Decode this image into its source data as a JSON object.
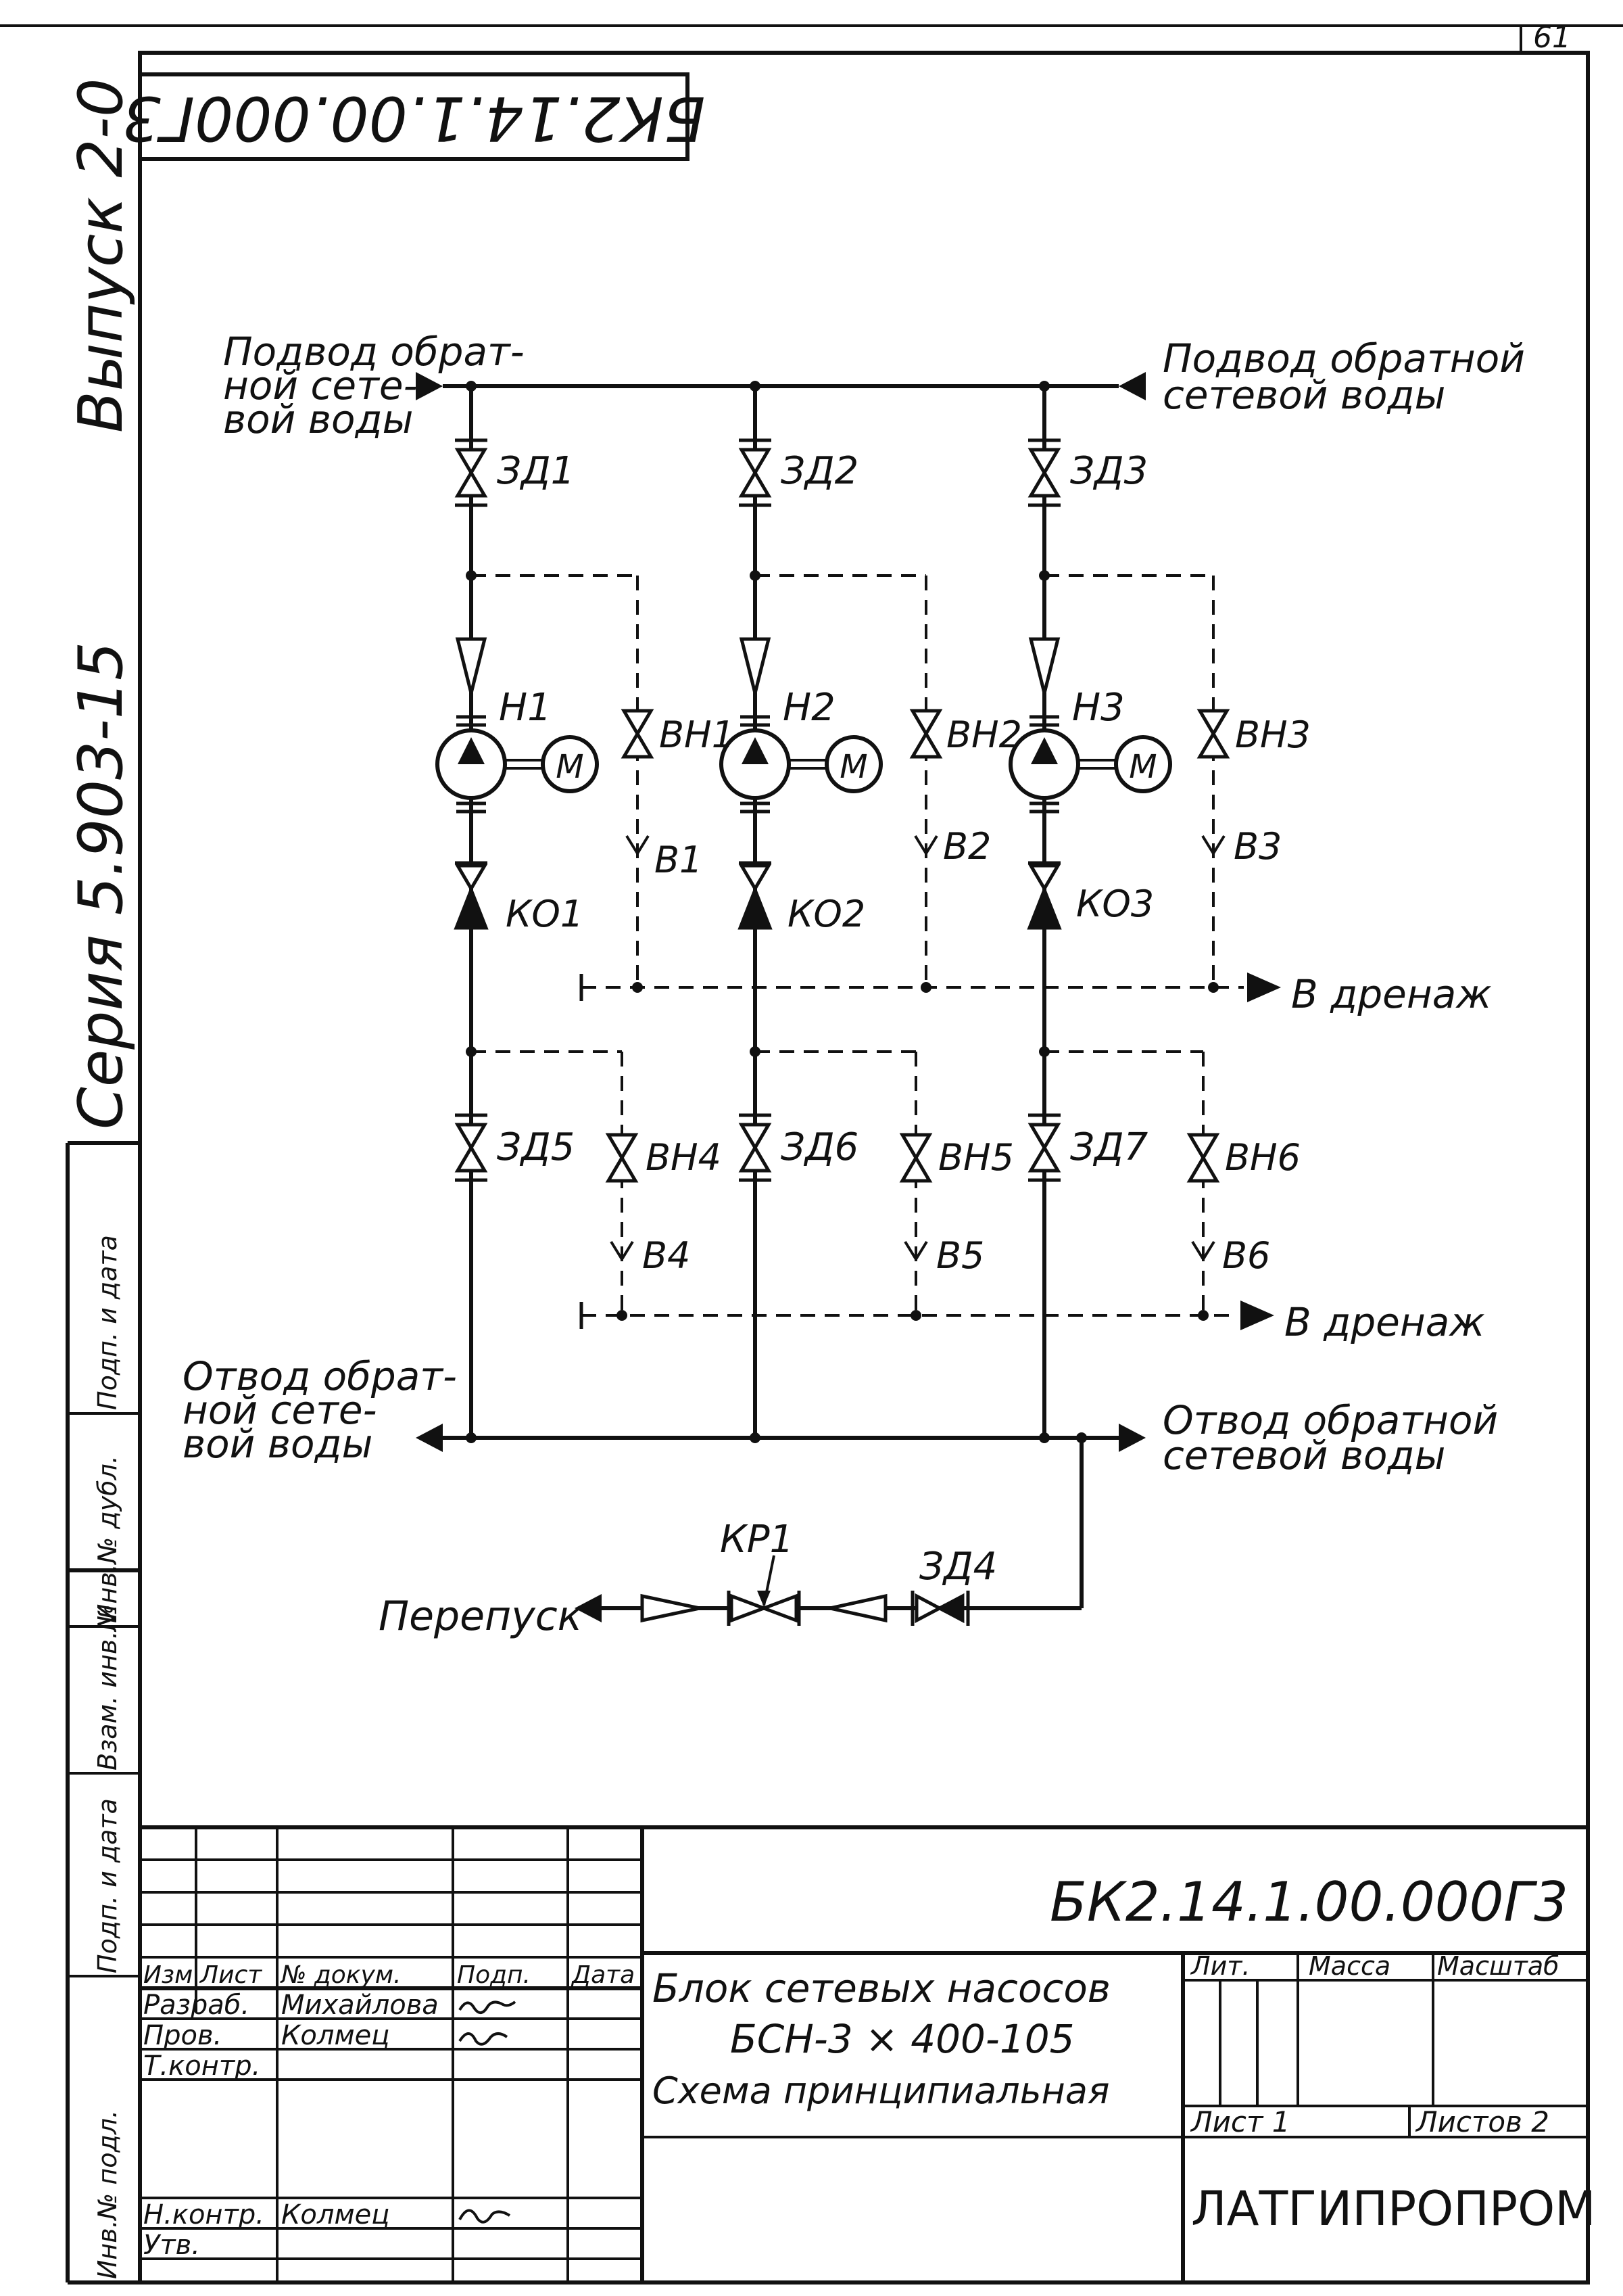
{
  "sheet": {
    "page_number": "61",
    "code_rotated": "БК2.14.1.00.000Г3",
    "series": "Серия  5.903-15",
    "issue": "Выпуск 2-0"
  },
  "side_stamp": [
    "Инв.№ подл.",
    "Подп. и дата",
    "Взам. инв.№",
    "Инв.№ дубл.",
    "Подп. и дата"
  ],
  "diagram": {
    "inlet_left": [
      "Подвод обрат-",
      "ной сете-",
      "вой воды"
    ],
    "inlet_right": [
      "Подвод обратной",
      "сетевой воды"
    ],
    "outlet_left": [
      "Отвод обрат-",
      "ной сете-",
      "вой воды"
    ],
    "outlet_right": [
      "Отвод обратной",
      "сетевой воды"
    ],
    "drain": "В дренаж",
    "bypass": "Перепуск",
    "motor": "М",
    "columns": [
      {
        "top_valve": "ЗД1",
        "pump": "Н1",
        "vent_valve": "ВН1",
        "vent": "В1",
        "check": "КО1",
        "bottom_valve": "ЗД5",
        "drain_valve": "ВН4",
        "drain_point": "В4"
      },
      {
        "top_valve": "ЗД2",
        "pump": "Н2",
        "vent_valve": "ВН2",
        "vent": "В2",
        "check": "КО2",
        "bottom_valve": "ЗД6",
        "drain_valve": "ВН5",
        "drain_point": "В5"
      },
      {
        "top_valve": "ЗД3",
        "pump": "Н3",
        "vent_valve": "ВН3",
        "vent": "В3",
        "check": "КО3",
        "bottom_valve": "ЗД7",
        "drain_valve": "ВН6",
        "drain_point": "В6"
      }
    ],
    "control_valve": "КР1",
    "bypass_valve": "ЗД4"
  },
  "title_block": {
    "doc_code": "БК2.14.1.00.000Г3",
    "col_headers": [
      "Изм",
      "Лист",
      "№ докум.",
      "Подп.",
      "Дата"
    ],
    "roles": [
      "Разраб.",
      "Пров.",
      "Т.контр.",
      "Н.контр.",
      "Утв."
    ],
    "names": [
      "Михайлова",
      "Колмец",
      "Колмец"
    ],
    "title_lines": [
      "Блок сетевых насосов",
      "БСН-3 × 400-105",
      "Схема  принципиальная"
    ],
    "lit": "Лит.",
    "mass": "Масса",
    "scale": "Масштаб",
    "sheet": "Лист 1",
    "sheets": "Листов 2",
    "org": "ЛАТГИПРОПРОМ"
  }
}
